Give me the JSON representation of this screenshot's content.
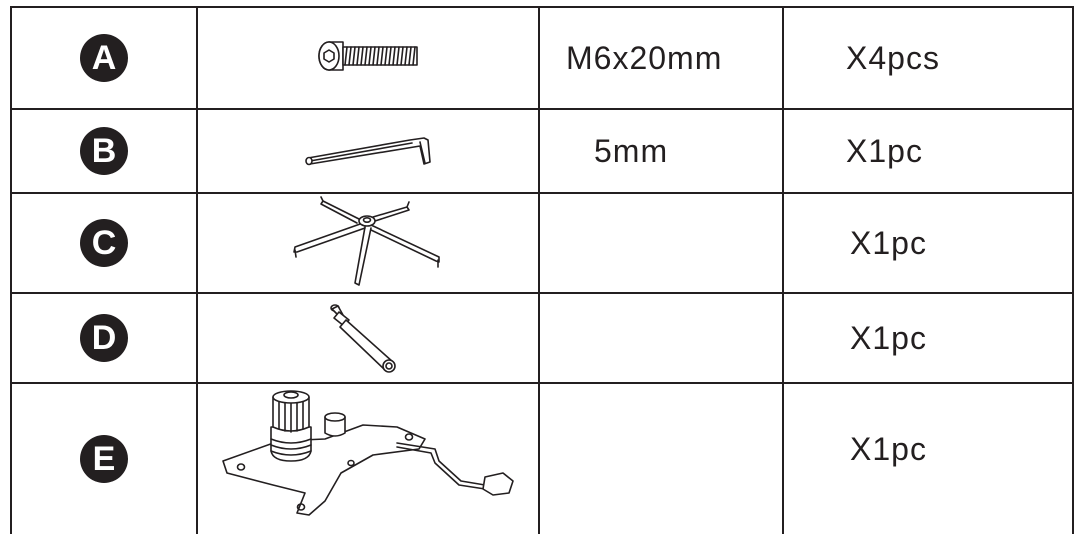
{
  "parts": [
    {
      "letter": "A",
      "drawing": "screw-icon",
      "size": "M6x20mm",
      "qty": "X4pcs"
    },
    {
      "letter": "B",
      "drawing": "hex-key-icon",
      "size": "5mm",
      "qty": "X1pc"
    },
    {
      "letter": "C",
      "drawing": "chair-base-icon",
      "size": "",
      "qty": "X1pc"
    },
    {
      "letter": "D",
      "drawing": "gas-lift-icon",
      "size": "",
      "qty": "X1pc"
    },
    {
      "letter": "E",
      "drawing": "tilt-mechanism-icon",
      "size": "",
      "qty": "X1pc"
    }
  ]
}
